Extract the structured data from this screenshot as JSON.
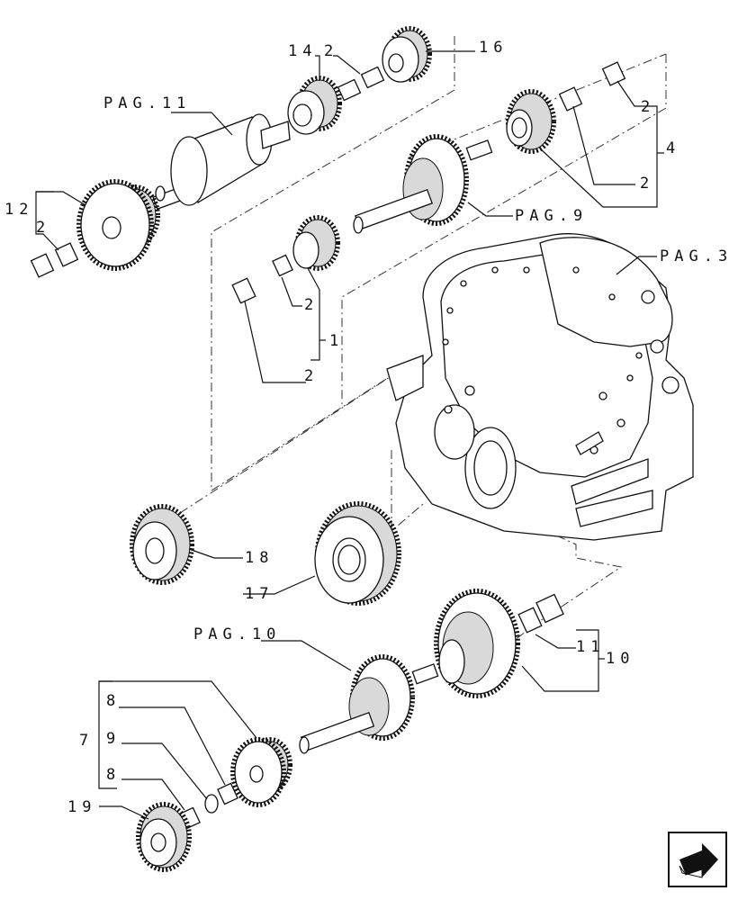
{
  "labels": {
    "l1": "1",
    "l2a": "2",
    "l2b": "2",
    "l2c": "2",
    "l2d": "2",
    "l2e": "2",
    "l2f": "2",
    "l4": "4",
    "l7": "7",
    "l8a": "8",
    "l8b": "8",
    "l9": "9",
    "l10": "10",
    "l11": "11",
    "l12": "12",
    "l14": "14",
    "l16": "16",
    "l17": "17",
    "l18": "18",
    "l19": "19"
  },
  "refs": {
    "pag11": "PAG.11",
    "pag9": "PAG.9",
    "pag3": "PAG.3",
    "pag10": "PAG.10"
  },
  "nav": {
    "icon": "next-page-arrow-icon"
  }
}
